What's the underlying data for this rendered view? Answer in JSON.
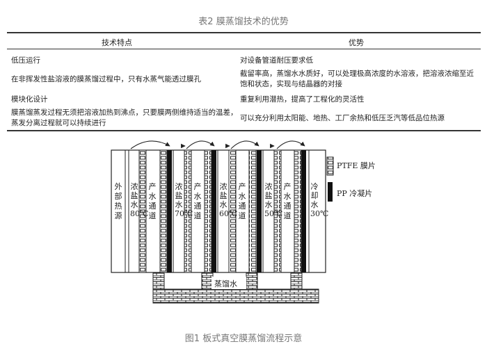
{
  "table": {
    "caption": "表2 膜蒸馏技术的优势",
    "headers": [
      "技术特点",
      "优势"
    ],
    "rows": [
      {
        "feature": "低压运行",
        "advantage": "对设备管道耐压要求低"
      },
      {
        "feature": "在非挥发性盐溶液的膜蒸馏过程中，只有水蒸气能透过膜孔",
        "advantage": "截留率高，蒸馏水水质好，可以处理极高浓度的水溶液，把溶液浓缩至近饱和状态，实现与结晶器的对接"
      },
      {
        "feature": "模块化设计",
        "advantage": "重复利用潜热，提高了工程化的灵活性"
      },
      {
        "feature": "膜蒸馏蒸发过程无须把溶液加热到沸点，只要膜两侧维持适当的温差，蒸发分离过程就可以持续进行",
        "advantage": "可以充分利用太阳能、地热、工厂余热和低压乏汽等低品位热源"
      }
    ]
  },
  "diagram": {
    "channels": [
      {
        "id": "heat-source",
        "label": "外部热源"
      },
      {
        "id": "brine-80",
        "label": "浓盐水80℃"
      },
      {
        "id": "product-1",
        "label": "产水通道"
      },
      {
        "id": "brine-70",
        "label": "浓盐水70℃"
      },
      {
        "id": "product-2",
        "label": "产水通道"
      },
      {
        "id": "brine-60",
        "label": "浓盐水60℃"
      },
      {
        "id": "product-3",
        "label": "产水通道"
      },
      {
        "id": "brine-50",
        "label": "浓盐水50℃"
      },
      {
        "id": "product-4",
        "label": "产水通道"
      },
      {
        "id": "cooling-30",
        "label": "冷却水30℃"
      }
    ],
    "legend": {
      "ptfe": "PTFE 膜片",
      "pp": "PP 冷凝片"
    },
    "distillate": "蒸馏水"
  },
  "figure_caption": "图1 板式真空膜蒸馏流程示意"
}
